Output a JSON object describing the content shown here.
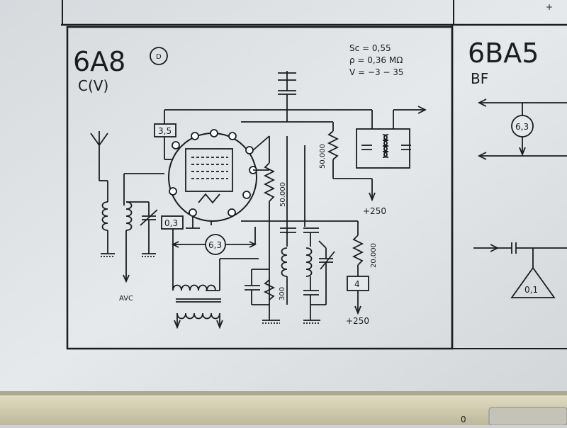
{
  "left_panel": {
    "tube": "6A8",
    "marker": "D",
    "function": "C(V)",
    "params": [
      "Sc = 0,55",
      "ρ = 0,36 MΩ",
      "V = −3 − 35"
    ],
    "box_heater_top": "3,5",
    "box_heater_left": "0,3",
    "heater_voltage": "6,3",
    "resistor_plate": "50.000",
    "resistor_screen": "50.000",
    "resistor_osc_plate": "20.000",
    "resistor_cathode": "300",
    "box_right": "4",
    "supply_top": "+250",
    "supply_bottom": "+250",
    "avc": "AVC"
  },
  "right_panel": {
    "tube": "6BA5",
    "function": "BF",
    "heater_voltage": "6,3",
    "triangle": "0,1"
  },
  "corner_mark": "+",
  "keyboard_mark": "0",
  "colors": {
    "paper": "#e2e5e7",
    "ink": "#1a1c1f",
    "keyboard": "#d9d4b8"
  }
}
